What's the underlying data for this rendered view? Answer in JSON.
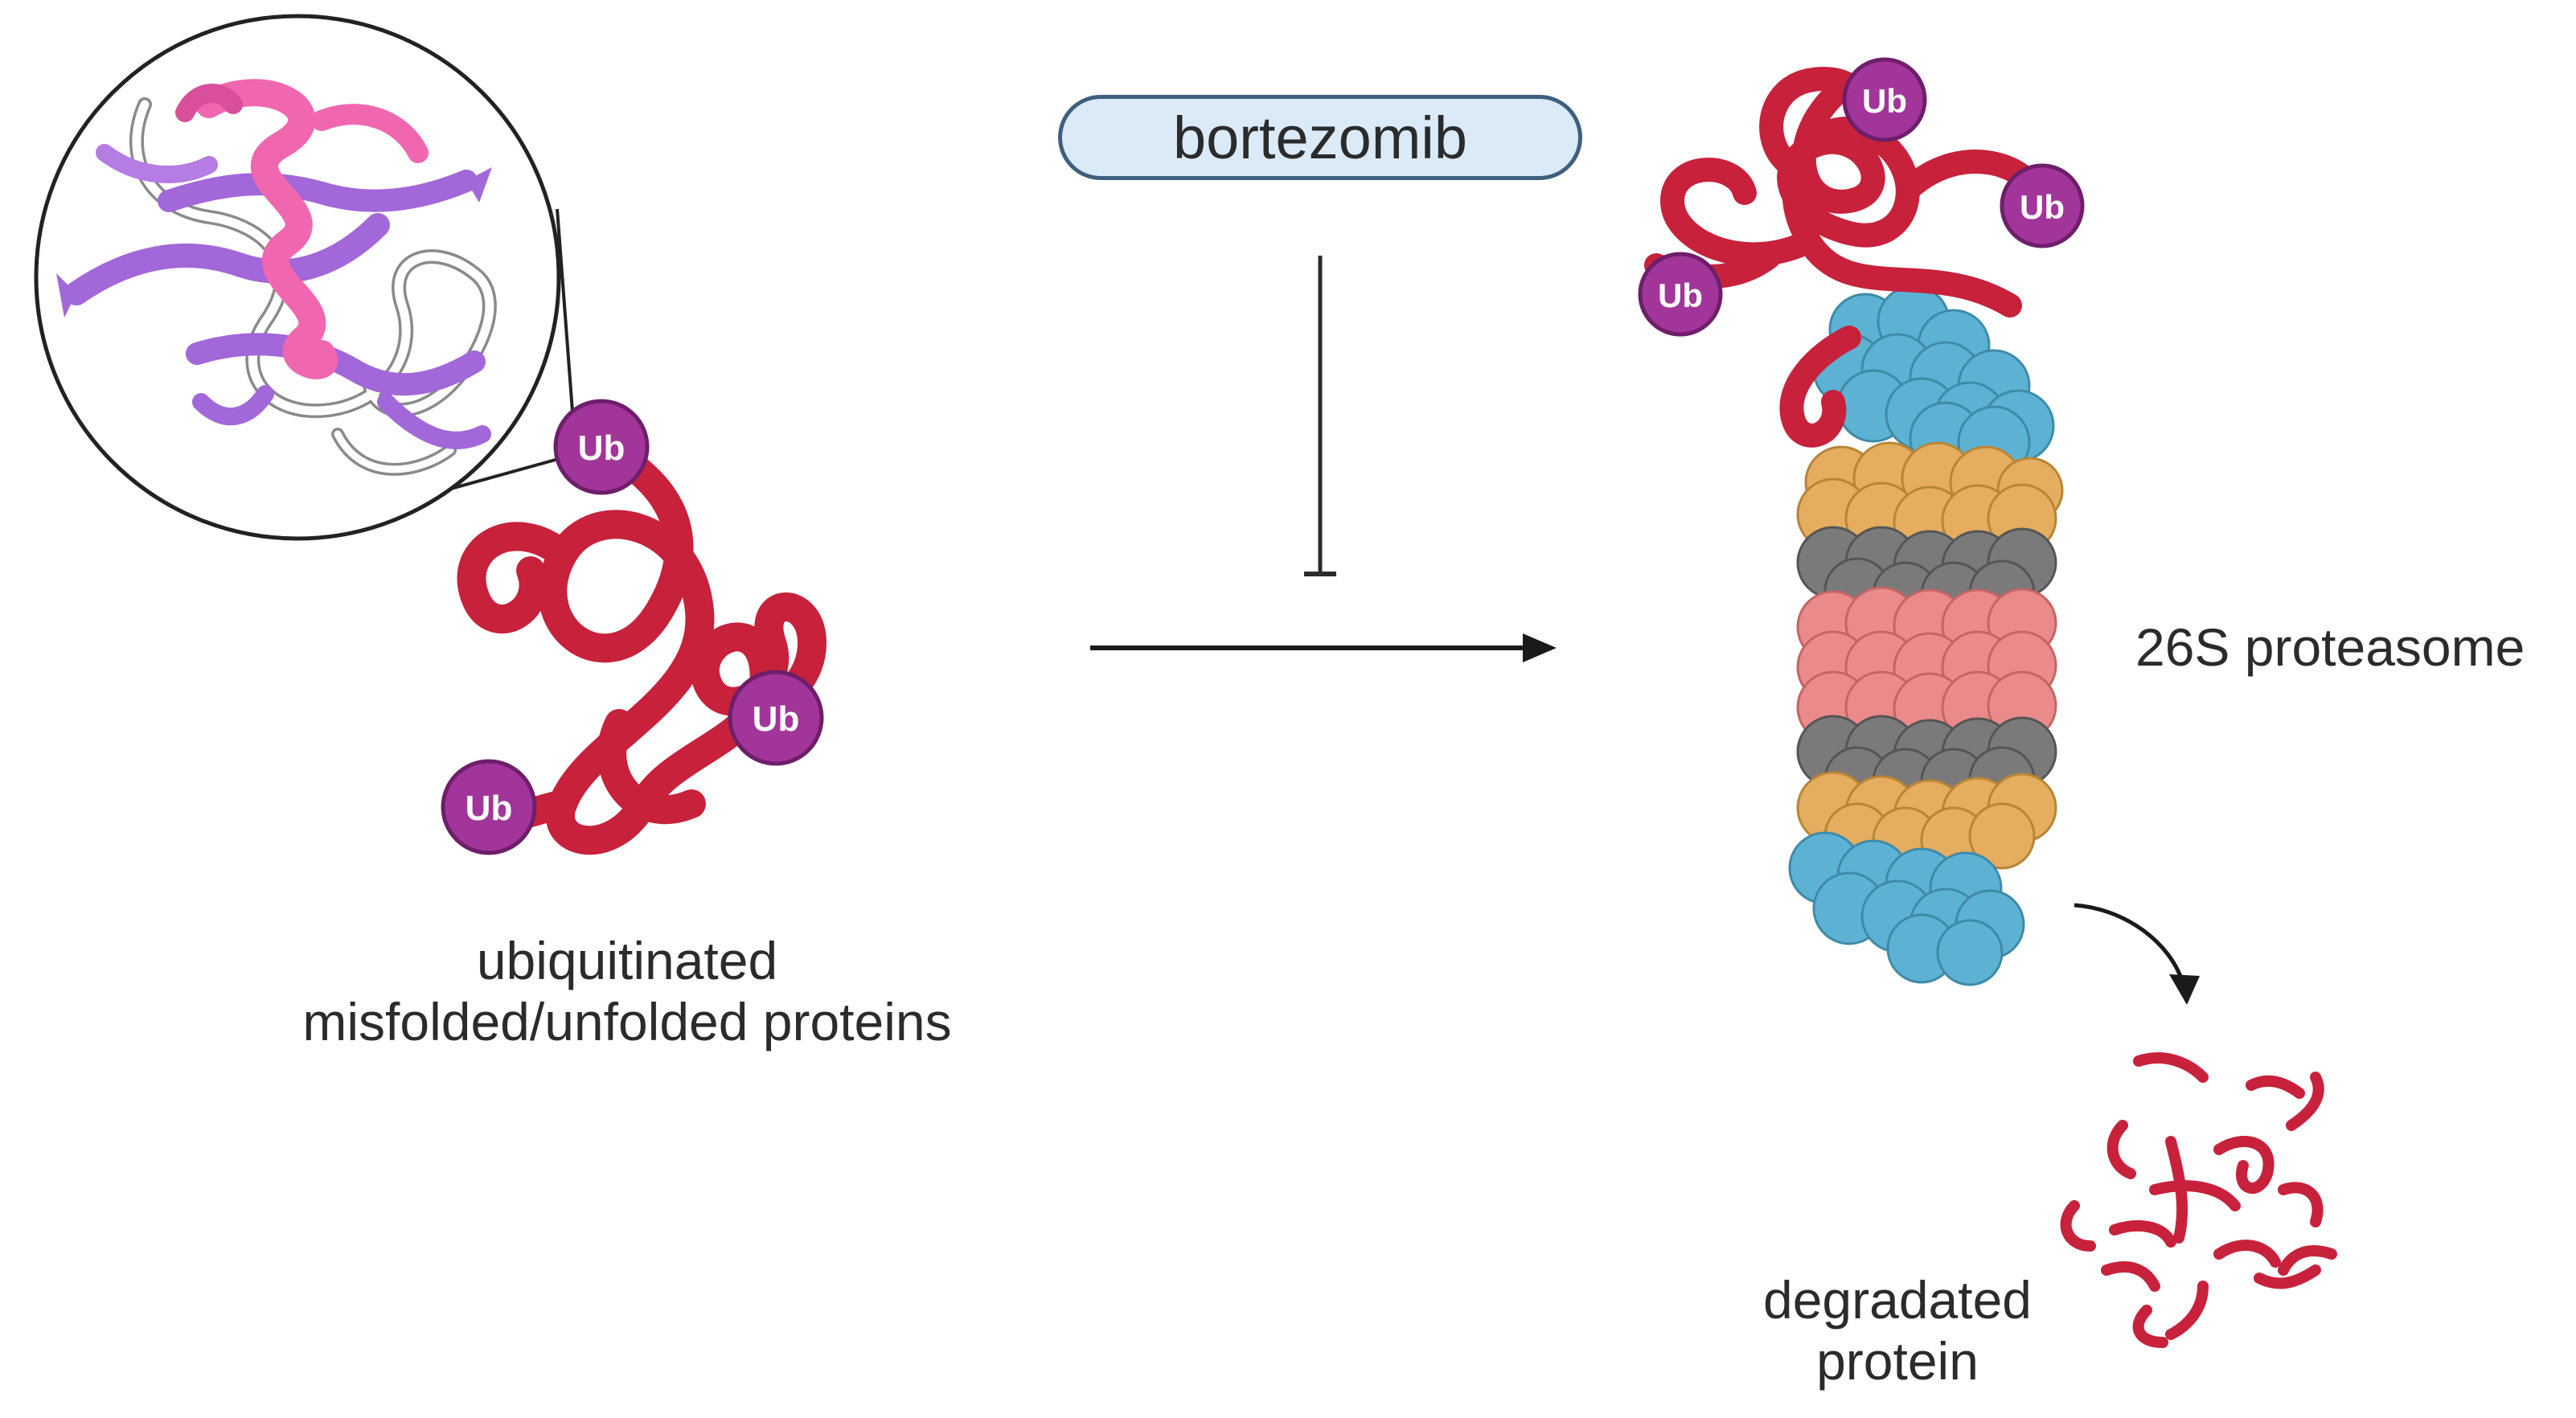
{
  "diagram": {
    "drug_label": "bortezomib",
    "ub_tag": "Ub",
    "substrate_label_line1": "ubiquitinated",
    "substrate_label_line2": "misfolded/unfolded proteins",
    "proteasome_label": "26S proteasome",
    "product_label_line1": "degradated",
    "product_label_line2": "protein",
    "colors": {
      "protein_chain": "#c8213b",
      "ubiquitin": "#a2359a",
      "cap_blue": "#5db2d4",
      "ring_orange": "#e4ad60",
      "ring_gray": "#7a7a7a",
      "ring_pink": "#ea8a8a",
      "helix_pink": "#f067b0",
      "sheet_purple": "#a267d8",
      "drug_fill": "#dbeaf7",
      "drug_border": "#3f5f7f"
    }
  }
}
